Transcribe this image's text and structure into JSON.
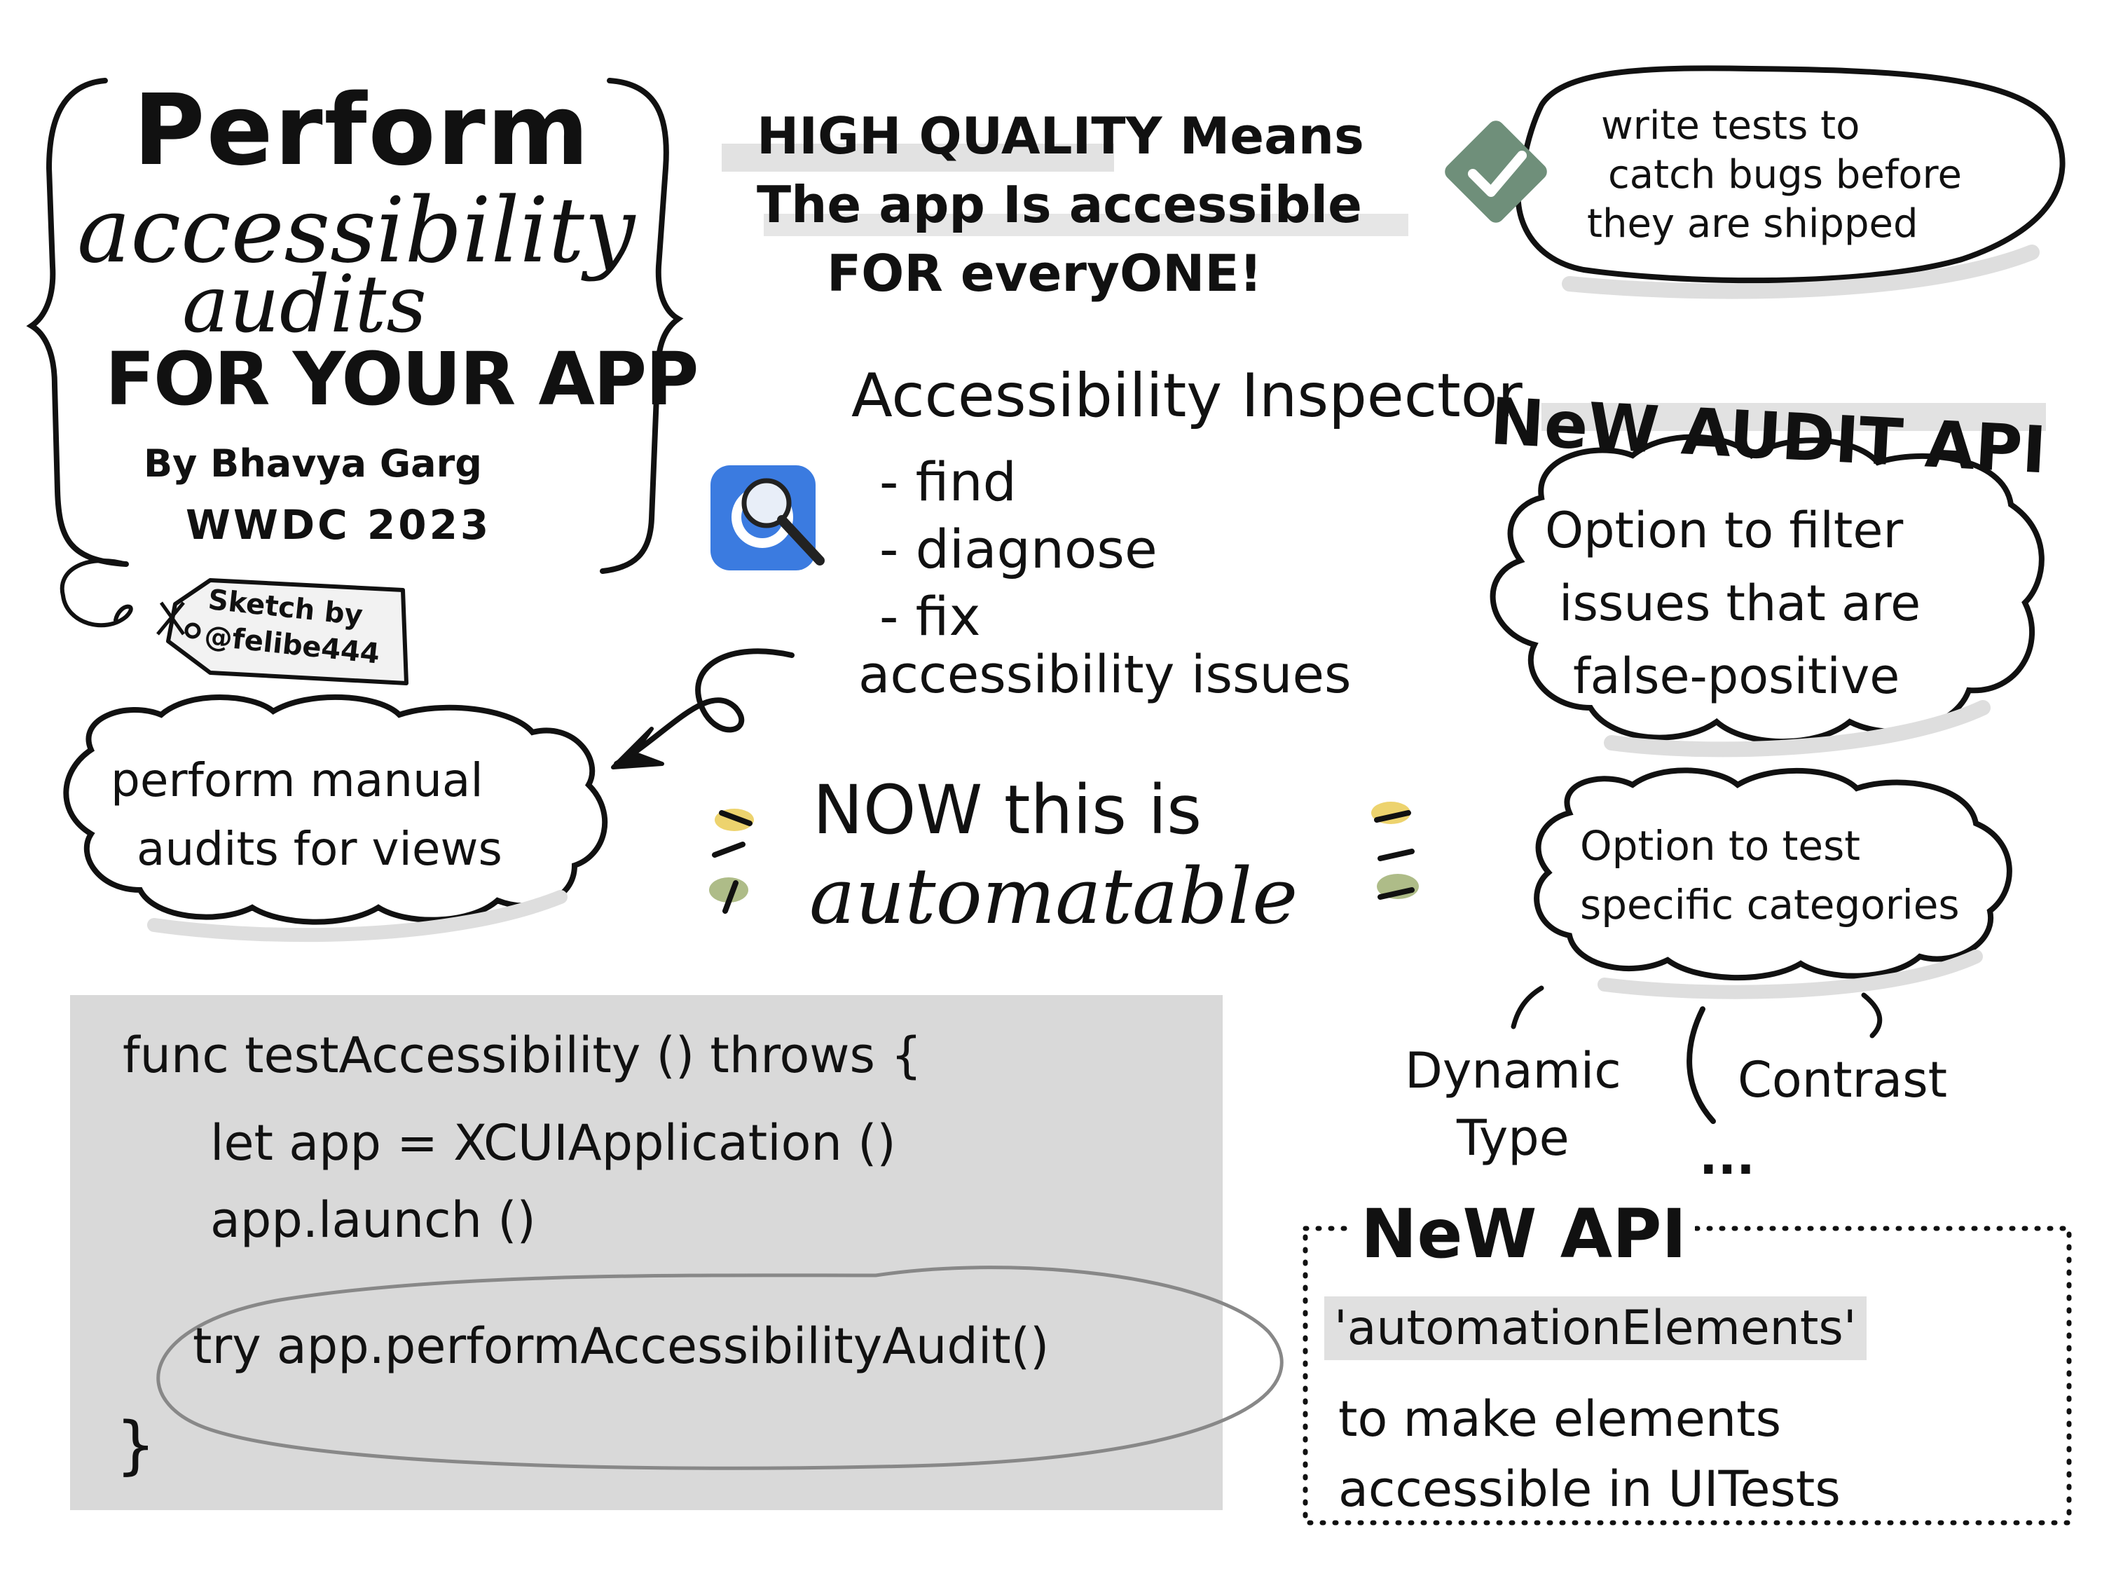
{
  "title": {
    "line1": "Perform",
    "line2": "accessibility",
    "line3": "audits",
    "line4": "FOR YOUR APP",
    "author": "By Bhavya Garg",
    "event": "WWDC 2023"
  },
  "tag": {
    "line1": "Sketch by",
    "line2": "@felibe444"
  },
  "quality": {
    "lines": [
      "HIGH QUALITY Means",
      "The app Is accessible",
      "FOR everyONE!"
    ]
  },
  "tests_bubble": {
    "lines": [
      "write tests to",
      "catch bugs before",
      "they are shipped"
    ]
  },
  "inspector": {
    "title": "Accessibility Inspector",
    "items": [
      "- find",
      "- diagnose",
      "- fix"
    ],
    "footer": "accessibility issues"
  },
  "manual": {
    "lines": [
      "perform manual",
      "audits for views"
    ]
  },
  "automatable": {
    "line1": "NOW this is",
    "line2": "automatable"
  },
  "audit_api": {
    "title": "NeW AUDIT API",
    "filter_lines": [
      "Option to filter",
      "issues that are",
      "false-positive"
    ],
    "categories_lines": [
      "Option to test",
      "specific categories"
    ],
    "category_dynamic": [
      "Dynamic",
      "Type"
    ],
    "category_contrast": "Contrast",
    "ellipsis": "..."
  },
  "code": {
    "line1": "func testAccessibility () throws {",
    "line2": "let app = XCUIApplication ()",
    "line3": "app.launch ()",
    "line4": "try  app.performAccessibilityAudit()",
    "line5": "}"
  },
  "new_api": {
    "title": "NeW API",
    "highlight": "'automationElements'",
    "desc_lines": [
      "to make elements",
      "accessible in UITests"
    ]
  },
  "colors": {
    "ink": "#111111",
    "highlight_gray": "#d9d9d9",
    "check_green": "#6f8f7a",
    "inspector_blue": "#3b7be0",
    "spark_yellow": "#e8c84a",
    "spark_green": "#9aab6a"
  }
}
